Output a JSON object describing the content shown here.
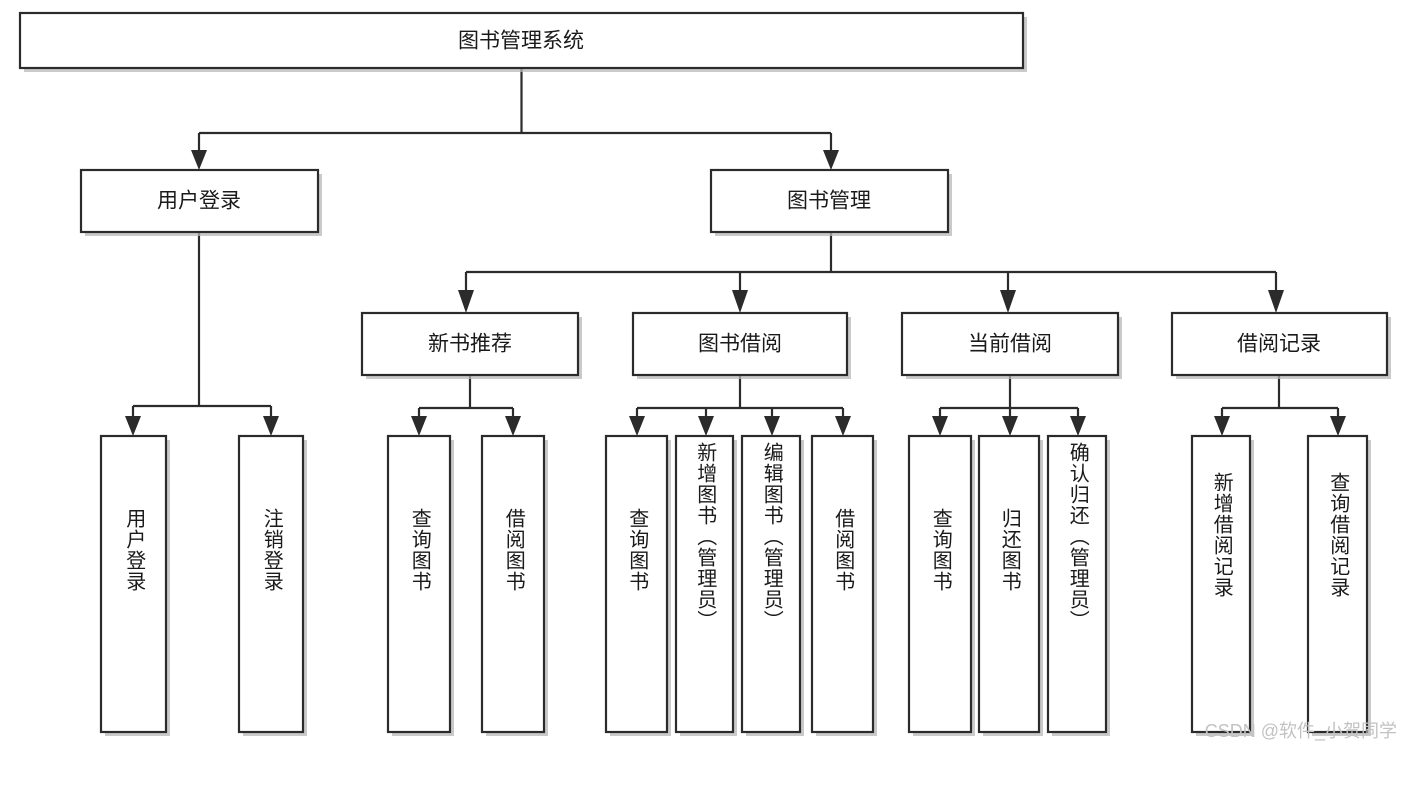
{
  "diagram": {
    "type": "tree",
    "title_text": "图书管理系统",
    "watermark": "CSDN @软件_小贺同学",
    "colors": {
      "box_fill": "#ffffff",
      "box_stroke": "#2b2b2b",
      "shadow": "#b8b8b8",
      "text": "#1a1a1a",
      "background": "#ffffff",
      "watermark": "#c2c2c2"
    },
    "root": {
      "label": "图书管理系统"
    },
    "level2": [
      {
        "label": "用户登录"
      },
      {
        "label": "图书管理"
      }
    ],
    "level3": [
      {
        "label": "新书推荐"
      },
      {
        "label": "图书借阅"
      },
      {
        "label": "当前借阅"
      },
      {
        "label": "借阅记录"
      }
    ],
    "leaves": {
      "user_login": [
        {
          "label": "用户登录"
        },
        {
          "label": "注销登录"
        }
      ],
      "new_book_recommend": [
        {
          "label": "查询图书"
        },
        {
          "label": "借阅图书"
        }
      ],
      "book_borrow": [
        {
          "label": "查询图书"
        },
        {
          "label": "新增图书（管理员）"
        },
        {
          "label": "编辑图书（管理员）"
        },
        {
          "label": "借阅图书"
        }
      ],
      "current_borrow": [
        {
          "label": "查询图书"
        },
        {
          "label": "归还图书"
        },
        {
          "label": "确认归还（管理员）"
        }
      ],
      "borrow_record": [
        {
          "label": "新增借阅记录"
        },
        {
          "label": "查询借阅记录"
        }
      ]
    }
  }
}
